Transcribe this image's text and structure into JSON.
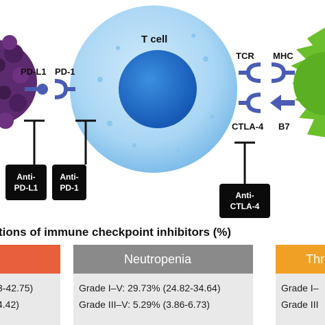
{
  "diagram": {
    "cell_label": "T cell",
    "receptors": {
      "pd_l1": "PD-L1",
      "pd_1": "PD-1",
      "tcr": "TCR",
      "mhc": "MHC",
      "ctla_4": "CTLA-4",
      "b7": "B7"
    },
    "inhibitors": {
      "anti_pd_l1": [
        "Anti-",
        "PD-L1"
      ],
      "anti_pd_1": [
        "Anti-",
        "PD-1"
      ],
      "anti_ctla_4": [
        "Anti-",
        "CTLA-4"
      ]
    }
  },
  "section_title": "tions of immune checkpoint inhibitors (%)",
  "cards": [
    {
      "id": "anemia",
      "label": "",
      "color": "#e85f3b",
      "lines": [
        "3-42.75)",
        "4.42)"
      ]
    },
    {
      "id": "neutropenia",
      "label": "Neutropenia",
      "color": "#8a8a8a",
      "lines": [
        "Grade I–V: 29.73% (24.82-34.64)",
        "Grade III–V: 5.29% (3.86-6.73)"
      ]
    },
    {
      "id": "thrombocytopenia",
      "label": "Thr",
      "color": "#f0a125",
      "lines": [
        "Grade I–",
        "Grade III"
      ]
    }
  ]
}
